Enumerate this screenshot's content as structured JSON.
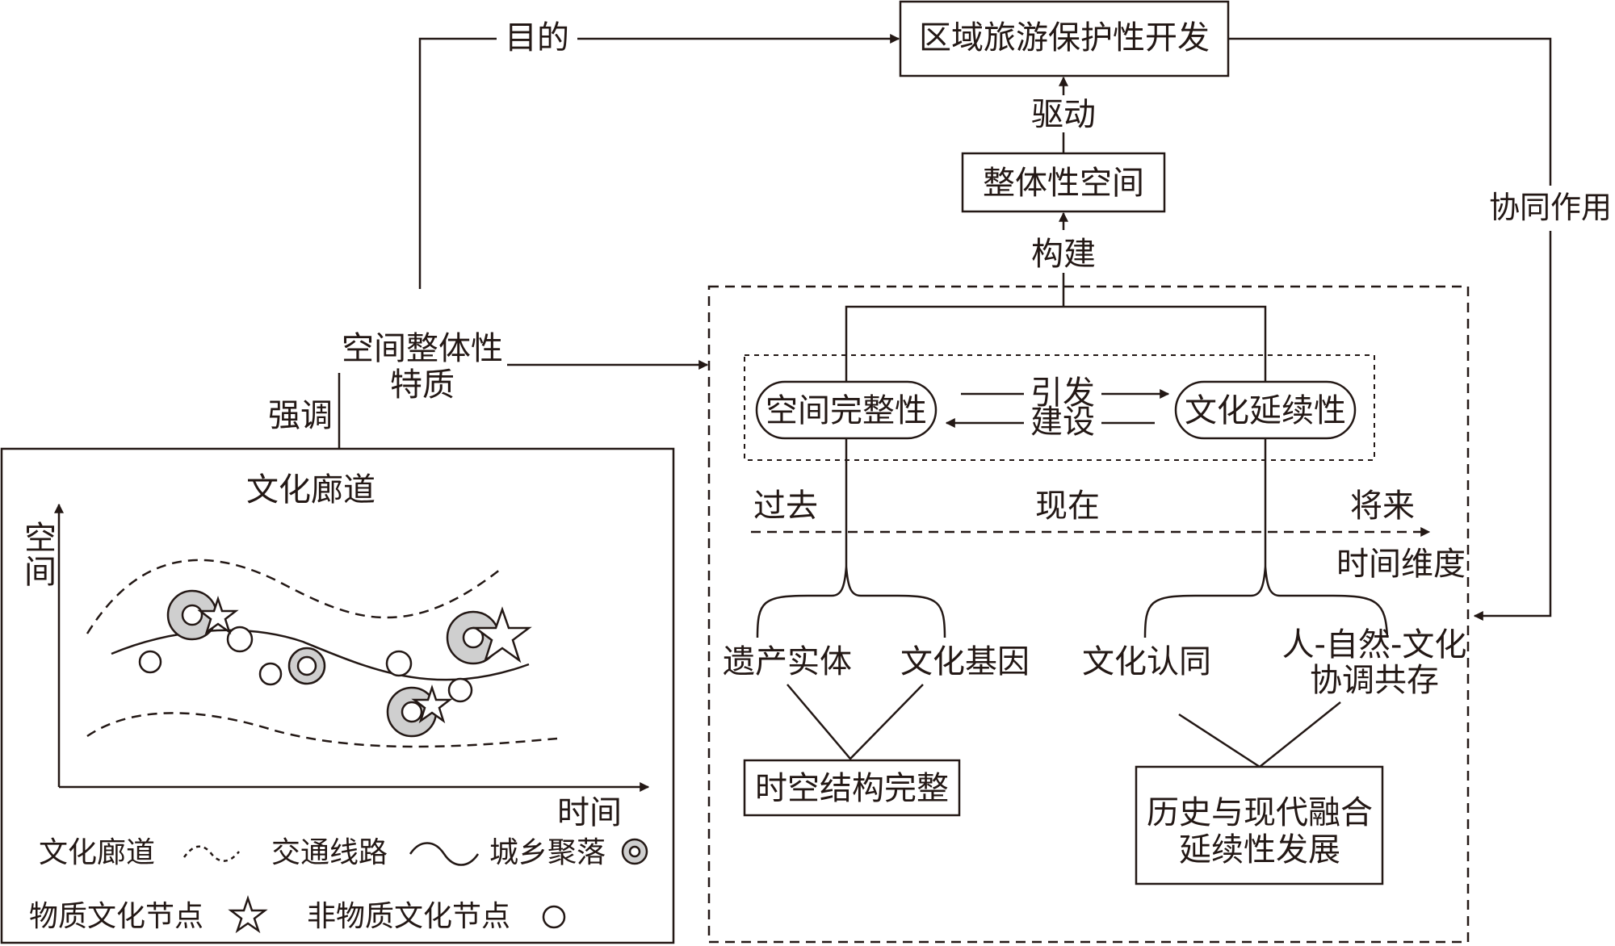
{
  "top": {
    "goal_box": "区域旅游保护性开发",
    "purpose_label": "目的"
  },
  "drive_label": "驱动",
  "space_box": "整体性空间",
  "build_label": "构建",
  "synergy_label": "协同作用",
  "emphasis_label": "强调",
  "feature_label": {
    "line1": "空间整体性",
    "line2": "特质"
  },
  "corridor_panel": {
    "title": "文化廊道",
    "y_axis": "空间",
    "x_axis": "时间",
    "legend": {
      "corridor": "文化廊道",
      "traffic": "交通线路",
      "settlement": "城乡聚落",
      "material": "物质文化节点",
      "intangible": "非物质文化节点"
    }
  },
  "mechanism": {
    "left_oval": "空间完整性",
    "right_oval": "文化延续性",
    "trigger": "引发",
    "build": "建设",
    "past": "过去",
    "present": "现在",
    "future": "将来",
    "time_dim": "时间维度",
    "heritage": "遗产实体",
    "gene": "文化基因",
    "identity": "文化认同",
    "coexist": {
      "line1": "人-自然-文化",
      "line2": "协调共存"
    },
    "spacetime_box": "时空结构完整",
    "fusion_box": {
      "line1": "历史与现代融合",
      "line2": "延续性发展"
    }
  }
}
